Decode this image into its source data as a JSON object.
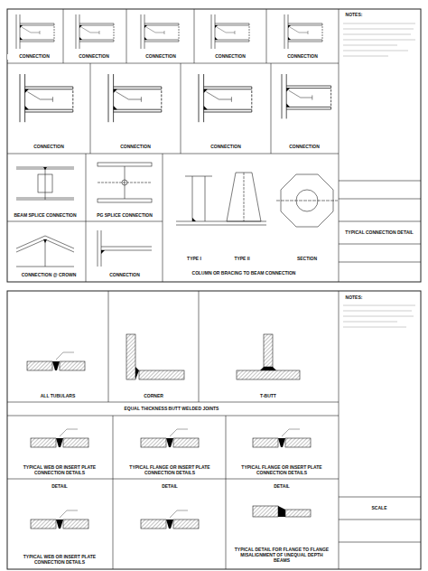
{
  "diagram": {
    "labels": [
      "CONNECTION",
      "CONNECTION",
      "CONNECTION",
      "CONNECTION",
      "CONNECTION",
      "CONNECTION",
      "CONNECTION",
      "CONNECTION",
      "CONNECTION",
      "BEAM SPLICE CONNECTION",
      "PG SPLICE CONNECTION",
      "CONNECTION @ CROWN",
      "CONNECTION",
      "TYPE I",
      "TYPE II",
      "SECTION",
      "COLUMN OR BRACING TO BEAM CONNECTION",
      "NOTES:",
      "TYPICAL CONNECTION DETAIL",
      "ALL TUBULARS",
      "CORNER",
      "T-BUTT",
      "EQUAL THICKNESS BUTT WELDED JOINTS",
      "TYPICAL WEB OR INSERT PLATE CONNECTION DETAILS",
      "TYPICAL FLANGE OR INSERT PLATE CONNECTION DETAILS",
      "TYPICAL FLANGE OR INSERT PLATE CONNECTION DETAILS",
      "DETAIL",
      "DETAIL",
      "DETAIL",
      "TYPICAL WEB OR INSERT PLATE CONNECTION DETAILS",
      "TYPICAL DETAIL FOR FLANGE TO FLANGE MISALIGNMENT OF UNEQUAL DEPTH BEAMS",
      "NOTES:",
      "SCALE"
    ]
  }
}
